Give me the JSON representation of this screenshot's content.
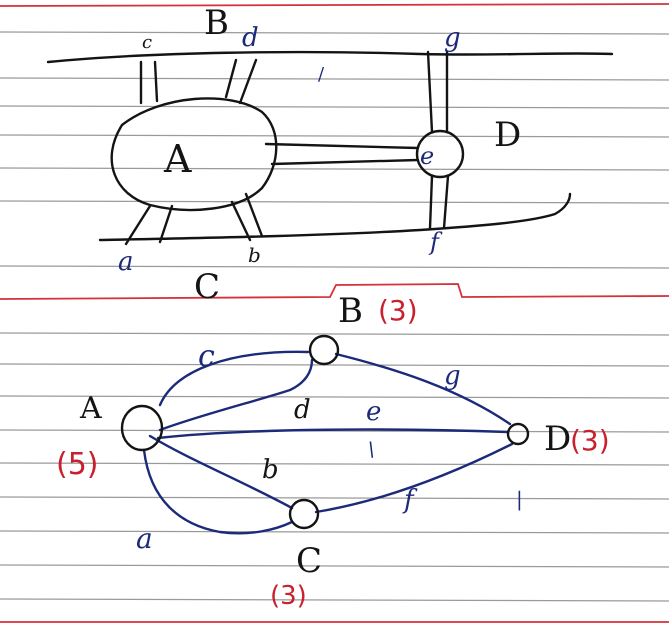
{
  "top_sketch": {
    "regions": {
      "A": "A",
      "B": "B",
      "C": "C",
      "D": "D"
    },
    "bridges": {
      "a": "a",
      "b": "b",
      "c": "c",
      "d": "d",
      "e": "e",
      "f": "f",
      "g": "g"
    },
    "tick_mark": "/"
  },
  "graph": {
    "nodes": {
      "A": {
        "label": "A",
        "degree": "(5)"
      },
      "B": {
        "label": "B",
        "degree": "(3)"
      },
      "C": {
        "label": "C",
        "degree": "(3)"
      },
      "D": {
        "label": "D",
        "degree": "(3)"
      }
    },
    "edges": {
      "a": "a",
      "b": "b",
      "c": "c",
      "d": "d",
      "e": "e",
      "f": "f",
      "g": "g"
    },
    "tick_marks": [
      "\\",
      "|"
    ]
  },
  "colors": {
    "ink": "#141414",
    "graph_ink": "#1c2a7a",
    "degree_red": "#c8202c",
    "rule": "#9a9a9a",
    "margin_red": "#d6303a"
  }
}
